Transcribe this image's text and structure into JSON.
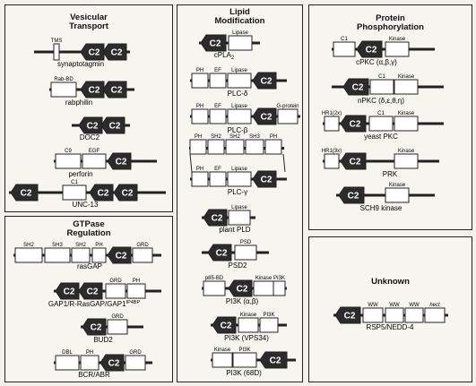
{
  "panels": {
    "vesicular": {
      "title_1": "Vesicular",
      "title_2": "Transport"
    },
    "gtpase": {
      "title_1": "GTPase",
      "title_2": "Regulation"
    },
    "lipid": {
      "title_1": "Lipid",
      "title_2": "Modification"
    },
    "protein": {
      "title_1": "Protein",
      "title_2": "Phosphorylation"
    },
    "unknown": {
      "title_1": "Unknown"
    }
  },
  "c2_label": "C2",
  "colors": {
    "c2_fill": "#2b2b2b",
    "box_fill": "#ffffff",
    "line": "#222222",
    "background": "#f2f1ec"
  },
  "proteins": [
    {
      "id": "synaptotagmin",
      "panel": "vesicular",
      "name": "synaptotagmin",
      "domains": [
        {
          "type": "tms",
          "label": "TMS"
        },
        {
          "type": "c2"
        },
        {
          "type": "c2"
        }
      ]
    },
    {
      "id": "rabphilin",
      "panel": "vesicular",
      "name": "rabphilin",
      "domains": [
        {
          "type": "box",
          "label": "Rab-BD"
        },
        {
          "type": "c2"
        },
        {
          "type": "c2"
        }
      ]
    },
    {
      "id": "doc2",
      "panel": "vesicular",
      "name": "DOC2",
      "domains": [
        {
          "type": "c2"
        },
        {
          "type": "c2"
        }
      ]
    },
    {
      "id": "perforin",
      "panel": "vesicular",
      "name": "perforin",
      "domains": [
        {
          "type": "box",
          "label": "C9"
        },
        {
          "type": "box",
          "label": "EGF"
        },
        {
          "type": "c2"
        }
      ]
    },
    {
      "id": "unc13",
      "panel": "vesicular",
      "name": "UNC-13",
      "domains": [
        {
          "type": "c2"
        },
        {
          "type": "box",
          "label": "C1"
        },
        {
          "type": "c2"
        },
        {
          "type": "c2"
        }
      ]
    },
    {
      "id": "rasgap",
      "panel": "gtpase",
      "name": "rasGAP",
      "domains": [
        {
          "type": "box",
          "label": "SH2"
        },
        {
          "type": "box",
          "label": "SH3"
        },
        {
          "type": "box",
          "label": "SH2"
        },
        {
          "type": "box",
          "label": "PH"
        },
        {
          "type": "c2"
        },
        {
          "type": "box",
          "label": "GRD"
        }
      ]
    },
    {
      "id": "gap1",
      "panel": "gtpase",
      "name": "GAP1/R-RasGAP/GAP1",
      "name_sup": "IP4BP",
      "domains": [
        {
          "type": "c2"
        },
        {
          "type": "c2"
        },
        {
          "type": "box",
          "label": "GRD"
        },
        {
          "type": "box",
          "label": "PH"
        }
      ]
    },
    {
      "id": "bud2",
      "panel": "gtpase",
      "name": "BUD2",
      "domains": [
        {
          "type": "c2"
        },
        {
          "type": "box",
          "label": "GRD"
        }
      ]
    },
    {
      "id": "bcr",
      "panel": "gtpase",
      "name": "BCR/ABR",
      "domains": [
        {
          "type": "box",
          "label": "DBL"
        },
        {
          "type": "box",
          "label": "PH"
        },
        {
          "type": "c2"
        },
        {
          "type": "box",
          "label": "GRD"
        }
      ]
    },
    {
      "id": "cpla2",
      "panel": "lipid",
      "name": "cPLA",
      "name_sub": "2",
      "domains": [
        {
          "type": "c2"
        },
        {
          "type": "box",
          "label": "Lipase"
        }
      ]
    },
    {
      "id": "plcdelta",
      "panel": "lipid",
      "name": "PLC-δ",
      "domains": [
        {
          "type": "box",
          "label": "PH"
        },
        {
          "type": "box",
          "label": "EF"
        },
        {
          "type": "box",
          "label": "Lipase"
        },
        {
          "type": "c2"
        }
      ]
    },
    {
      "id": "plcbeta",
      "panel": "lipid",
      "name": "PLC-β",
      "domains": [
        {
          "type": "box",
          "label": "PH"
        },
        {
          "type": "box",
          "label": "EF"
        },
        {
          "type": "box",
          "label": "Lipase"
        },
        {
          "type": "c2"
        },
        {
          "type": "box",
          "label": "G-protein"
        }
      ]
    },
    {
      "id": "plcgamma",
      "panel": "lipid",
      "name": "PLC-γ",
      "top_labels": [
        "PH",
        "SH2",
        "SH2",
        "SH3",
        "PH"
      ],
      "domains": [
        {
          "type": "box",
          "label": "PH"
        },
        {
          "type": "box",
          "label": "EF"
        },
        {
          "type": "box",
          "label": "Lipase"
        },
        {
          "type": "c2"
        }
      ]
    },
    {
      "id": "pld",
      "panel": "lipid",
      "name": "plant PLD",
      "domains": [
        {
          "type": "c2"
        },
        {
          "type": "box",
          "label": "Lipase"
        }
      ]
    },
    {
      "id": "psd2",
      "panel": "lipid",
      "name": "PSD2",
      "domains": [
        {
          "type": "c2"
        },
        {
          "type": "box",
          "label": "PSD"
        }
      ]
    },
    {
      "id": "pi3kab",
      "panel": "lipid",
      "name": "PI3K (α,β)",
      "domains": [
        {
          "type": "box",
          "label": "p85-BD"
        },
        {
          "type": "c2"
        },
        {
          "type": "box",
          "label": "Kinase"
        },
        {
          "type": "box",
          "label": "PI3K"
        }
      ]
    },
    {
      "id": "pi3kvps",
      "panel": "lipid",
      "name": "PI3K (VPS34)",
      "domains": [
        {
          "type": "c2"
        },
        {
          "type": "box",
          "label": "Kinase"
        },
        {
          "type": "box",
          "label": "PI3K"
        }
      ]
    },
    {
      "id": "pi3k68d",
      "panel": "lipid",
      "name": "PI3K (68D)",
      "domains": [
        {
          "type": "box",
          "label": "Kinase"
        },
        {
          "type": "box",
          "label": "PI3K"
        },
        {
          "type": "c2"
        }
      ]
    },
    {
      "id": "cpkc",
      "panel": "protein",
      "name": "cPKC (α,β,γ)",
      "domains": [
        {
          "type": "box",
          "label": "C1"
        },
        {
          "type": "c2"
        },
        {
          "type": "box",
          "label": "Kinase"
        }
      ]
    },
    {
      "id": "npkc",
      "panel": "protein",
      "name": "nPKC (δ,ε,θ,η)",
      "domains": [
        {
          "type": "c2"
        },
        {
          "type": "box",
          "label": "C1"
        },
        {
          "type": "box",
          "label": "Kinase"
        }
      ]
    },
    {
      "id": "yeastpkc",
      "panel": "protein",
      "name": "yeast PKC",
      "domains": [
        {
          "type": "box",
          "label": "HR1(2x)"
        },
        {
          "type": "c2"
        },
        {
          "type": "box",
          "label": "C1"
        },
        {
          "type": "box",
          "label": "Kinase"
        }
      ]
    },
    {
      "id": "prk",
      "panel": "protein",
      "name": "PRK",
      "domains": [
        {
          "type": "box",
          "label": "HR1(3x)"
        },
        {
          "type": "c2"
        },
        {
          "type": "box",
          "label": "Kinase"
        }
      ]
    },
    {
      "id": "sch9",
      "panel": "protein",
      "name": "SCH9 kinase",
      "domains": [
        {
          "type": "c2"
        },
        {
          "type": "box",
          "label": "Kinase"
        }
      ]
    },
    {
      "id": "rsp5",
      "panel": "unknown",
      "name": "RSP5/NEDD-4",
      "domains": [
        {
          "type": "c2"
        },
        {
          "type": "box",
          "label": "WW"
        },
        {
          "type": "box",
          "label": "WW"
        },
        {
          "type": "box",
          "label": "WW"
        },
        {
          "type": "box",
          "label": "hect"
        }
      ]
    }
  ]
}
